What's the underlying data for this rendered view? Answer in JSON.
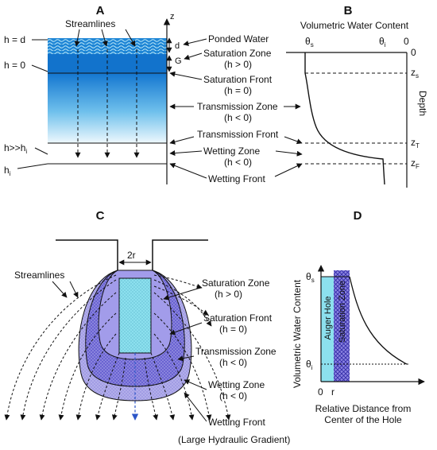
{
  "panels": {
    "a": "A",
    "b": "B",
    "c": "C",
    "d": "D"
  },
  "panel_a": {
    "streamlines": "Streamlines",
    "z_axis": "z",
    "h_d": "h = d",
    "h_0": "h = 0",
    "h_large": "h>>h",
    "h_large_sub": "i",
    "h_i": "h",
    "h_i_sub": "i",
    "d": "d",
    "g": "G",
    "ponded_water": "Ponded Water",
    "saturation_zone": "Saturation Zone",
    "saturation_zone_cond": "(h > 0)",
    "saturation_front": "Saturation Front",
    "saturation_front_cond": "(h = 0)",
    "transmission_zone": "Transmission Zone",
    "transmission_zone_cond": "(h < 0)",
    "transmission_front": "Transmission Front",
    "wetting_zone": "Wetting Zone",
    "wetting_zone_cond": "(h < 0)",
    "wetting_front": "Wetting Front"
  },
  "panel_b": {
    "title": "Volumetric Water Content",
    "theta_s": "θ",
    "theta_s_sub": "s",
    "theta_i": "θ",
    "theta_i_sub": "i",
    "zero_top": "0",
    "zero_side": "0",
    "depth": "Depth",
    "z_s": "z",
    "z_s_sub": "s",
    "z_t": "z",
    "z_t_sub": "T",
    "z_f": "z",
    "z_f_sub": "F"
  },
  "panel_c": {
    "two_r": "2r",
    "streamlines": "Streamlines",
    "saturation_zone": "Saturation Zone",
    "saturation_zone_cond": "(h > 0)",
    "saturation_front": "Saturation Front",
    "saturation_front_cond": "(h = 0)",
    "transmission_zone": "Transmission Zone",
    "transmission_zone_cond": "(h < 0)",
    "wetting_zone": "Wetting Zone",
    "wetting_zone_cond": "(h < 0)",
    "wetting_front": "Wetting Front",
    "gradient_note": "(Large Hydraulic Gradient)"
  },
  "panel_d": {
    "y_axis": "Volumetric Water Content",
    "theta_s": "θ",
    "theta_s_sub": "s",
    "theta_i": "θ",
    "theta_i_sub": "i",
    "auger_hole": "Auger Hole",
    "saturation_zone": "Saturation Zone",
    "x_zero": "0",
    "x_r": "r",
    "x_axis_line1": "Relative Distance from",
    "x_axis_line2": "Center of the Hole"
  },
  "colors": {
    "water_light": "#7fd8f2",
    "water_dark": "#1c8ad8",
    "profile_top": "#1376d0",
    "profile_bottom": "#e8f6fc",
    "zone_purple": "#5a52c8",
    "zone_lavender": "#a8a4e6",
    "hole_cyan": "#8ce0ee",
    "flow_blue": "#2b55c8"
  }
}
